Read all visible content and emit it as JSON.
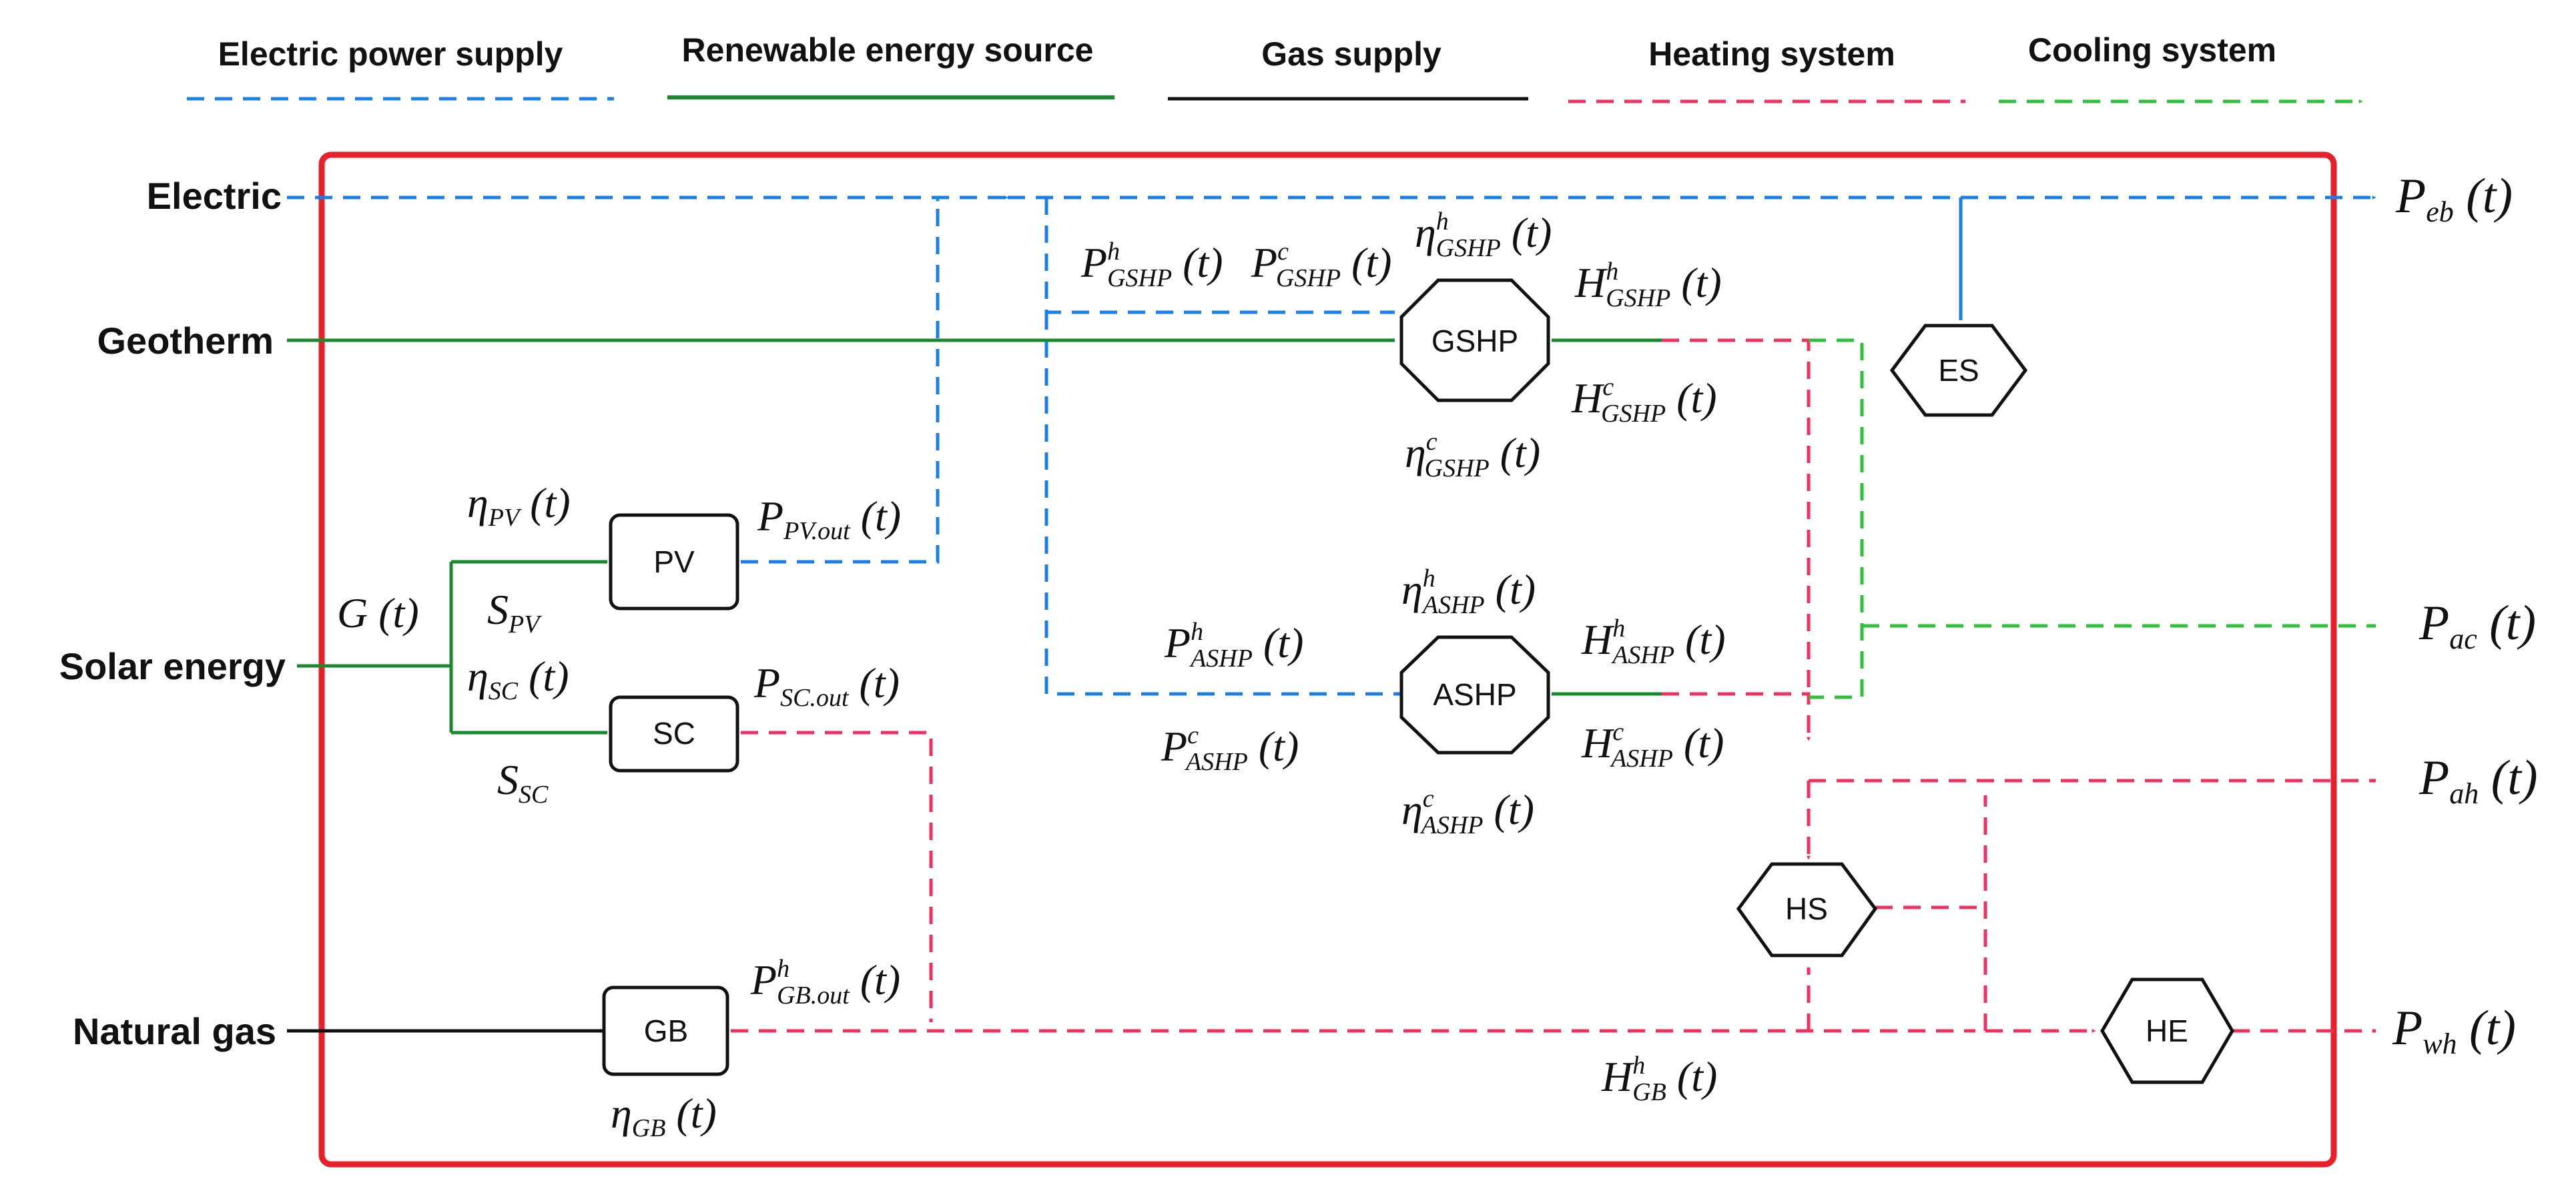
{
  "colors": {
    "electric": "#1a7fe8",
    "renewable": "#188a2c",
    "gas": "#111111",
    "heating": "#f0305e",
    "cooling": "#2ec23a",
    "frame": "#e8202a"
  },
  "legend": [
    {
      "label": "Electric power supply",
      "style": "dashed",
      "color_key": "electric"
    },
    {
      "label": "Renewable energy source",
      "style": "solid",
      "color_key": "renewable"
    },
    {
      "label": "Gas supply",
      "style": "solid",
      "color_key": "gas"
    },
    {
      "label": "Heating system",
      "style": "dashed",
      "color_key": "heating"
    },
    {
      "label": "Cooling system",
      "style": "dashed",
      "color_key": "cooling"
    }
  ],
  "sources": {
    "electric": "Electric",
    "geotherm": "Geotherm",
    "solar": "Solar energy",
    "gas": "Natural gas"
  },
  "nodes": {
    "pv": "PV",
    "sc": "SC",
    "gb": "GB",
    "gshp": "GSHP",
    "ashp": "ASHP",
    "es": "ES",
    "hs": "HS",
    "he": "HE"
  },
  "math": {
    "eta_pv": {
      "base": "η",
      "sub": "PV",
      "tail": "(t)"
    },
    "s_pv": {
      "base": "S",
      "sub": "PV",
      "tail": ""
    },
    "g": {
      "base": "G",
      "sub": "",
      "tail": "(t)"
    },
    "eta_sc": {
      "base": "η",
      "sub": "SC",
      "tail": "(t)"
    },
    "s_sc": {
      "base": "S",
      "sub": "SC",
      "tail": ""
    },
    "p_pv_out": {
      "base": "P",
      "sub": "PV.out",
      "tail": "(t)"
    },
    "p_sc_out": {
      "base": "P",
      "sub": "SC.out",
      "tail": "(t)"
    },
    "p_gb_out": {
      "base": "P",
      "sup": "h",
      "sub": "GB.out",
      "tail": "(t)"
    },
    "eta_gb": {
      "base": "η",
      "sub": "GB",
      "tail": "(t)"
    },
    "p_gshp_h": {
      "base": "P",
      "sup": "h",
      "sub": "GSHP",
      "tail": "(t)"
    },
    "p_gshp_c": {
      "base": "P",
      "sup": "c",
      "sub": "GSHP",
      "tail": "(t)"
    },
    "eta_gshp_h": {
      "base": "η",
      "sup": "h",
      "sub": "GSHP",
      "tail": "(t)"
    },
    "eta_gshp_c": {
      "base": "η",
      "sup": "c",
      "sub": "GSHP",
      "tail": "(t)"
    },
    "h_gshp_h": {
      "base": "H",
      "sup": "h",
      "sub": "GSHP",
      "tail": "(t)"
    },
    "h_gshp_c": {
      "base": "H",
      "sup": "c",
      "sub": "GSHP",
      "tail": "(t)"
    },
    "p_ashp_h": {
      "base": "P",
      "sup": "h",
      "sub": "ASHP",
      "tail": "(t)"
    },
    "p_ashp_c": {
      "base": "P",
      "sup": "c",
      "sub": "ASHP",
      "tail": "(t)"
    },
    "eta_ashp_h": {
      "base": "η",
      "sup": "h",
      "sub": "ASHP",
      "tail": "(t)"
    },
    "eta_ashp_c": {
      "base": "η",
      "sup": "c",
      "sub": "ASHP",
      "tail": "(t)"
    },
    "h_ashp_h": {
      "base": "H",
      "sup": "h",
      "sub": "ASHP",
      "tail": "(t)"
    },
    "h_ashp_c": {
      "base": "H",
      "sup": "c",
      "sub": "ASHP",
      "tail": "(t)"
    },
    "h_gb": {
      "base": "H",
      "sup": "h",
      "sub": "GB",
      "tail": "(t)"
    }
  },
  "outputs": {
    "p_eb": {
      "base": "P",
      "sub": "eb",
      "tail": "(t)"
    },
    "p_ac": {
      "base": "P",
      "sub": "ac",
      "tail": "(t)"
    },
    "p_ah": {
      "base": "P",
      "sub": "ah",
      "tail": "(t)"
    },
    "p_wh": {
      "base": "P",
      "sub": "wh",
      "tail": "(t)"
    }
  }
}
